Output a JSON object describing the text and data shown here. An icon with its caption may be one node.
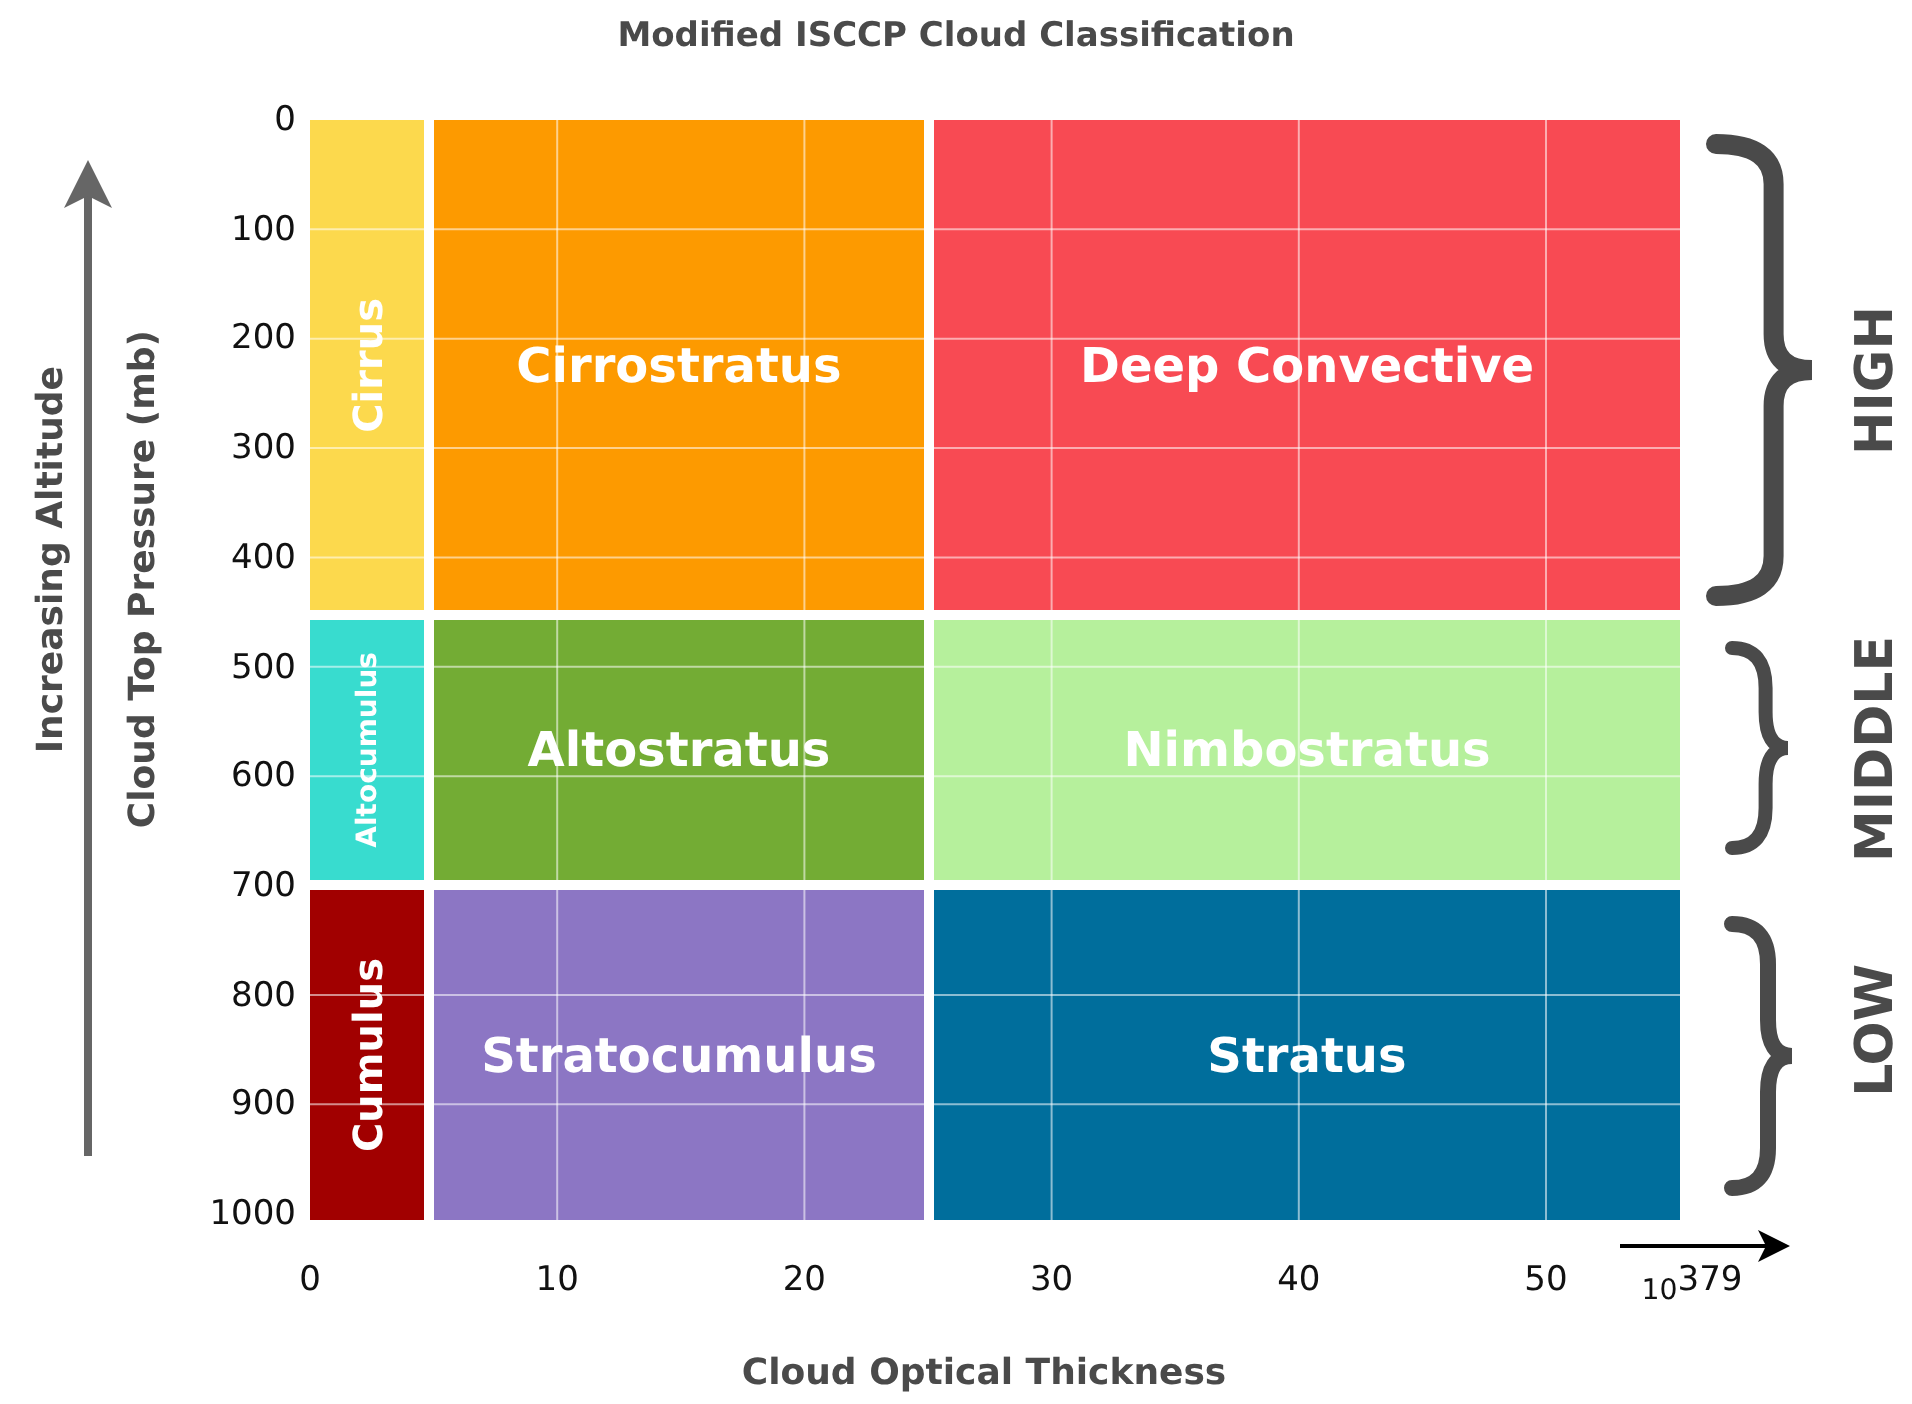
{
  "diagram": {
    "title": "Modified ISCCP Cloud Classification",
    "nodes": [
      {
        "text": [
          "Cirrus"
        ]
      },
      {
        "text": [
          "Cirrostratus"
        ]
      },
      {
        "text": [
          "Deep Convective"
        ]
      },
      {
        "text": [
          "Altocumulus"
        ]
      },
      {
        "text": [
          "Altostratus"
        ]
      },
      {
        "text": [
          "Nimbostratus"
        ]
      },
      {
        "text": [
          "Cumulus"
        ]
      },
      {
        "text": [
          "Stratocumulus"
        ]
      },
      {
        "text": [
          "Stratus"
        ]
      }
    ],
    "edges": [],
    "labels": [
      "Increasing Altitude",
      "Cloud Top Pressure (mb)",
      "0",
      "100",
      "200",
      "300",
      "400",
      "500",
      "600",
      "700",
      "800",
      "900",
      "1000",
      "HIGH",
      "MIDDLE",
      "LOW",
      "0",
      "10",
      "20",
      "30",
      "40",
      "50",
      "$_{10}$379",
      "Cloud Optical Thickness"
    ]
  }
}
